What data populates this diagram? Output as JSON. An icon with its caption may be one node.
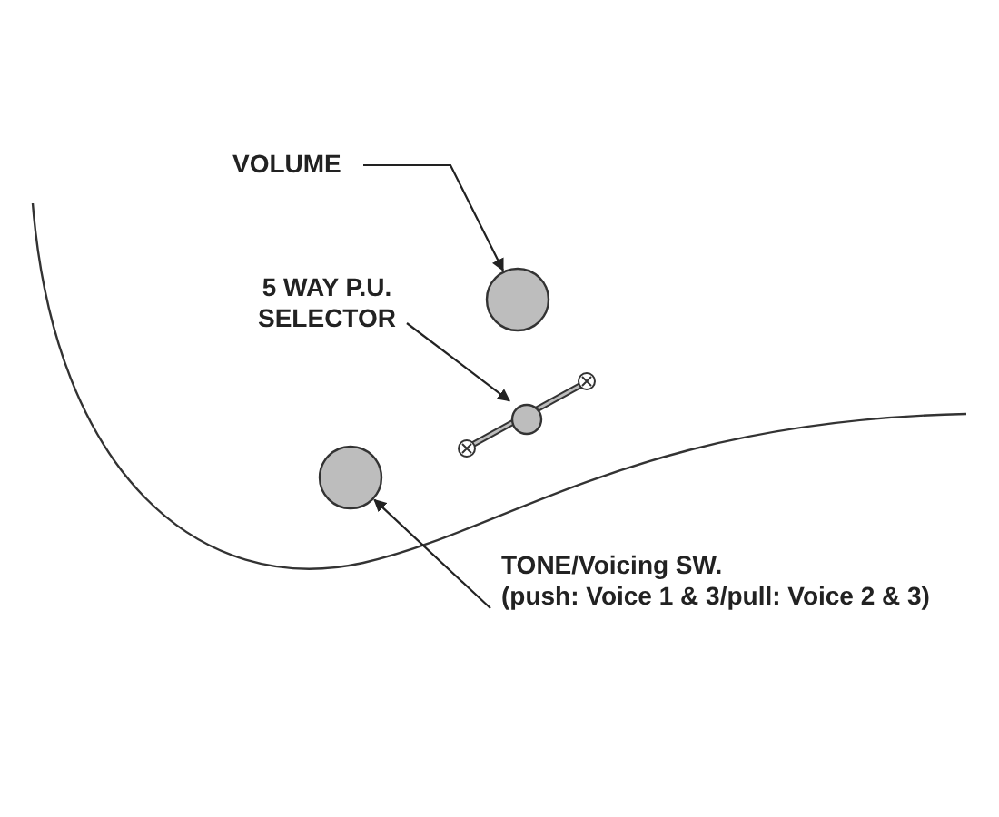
{
  "diagram": {
    "nodes": [
      {
        "text": [
          "VOLUME"
        ]
      },
      {
        "text": [],
        "shape": "circle"
      },
      {
        "text": [
          "5 WAY P.U. SELECTOR"
        ]
      },
      {
        "text": [],
        "shape": "switch"
      },
      {
        "text": [],
        "shape": "circle"
      },
      {
        "text": [
          "TONE/Voicing SW.",
          "(push: Voice 1 & 3/pull: Voice 2 & 3)"
        ]
      }
    ],
    "edges": [
      {
        "from": 0,
        "to": 1,
        "arrow": "to"
      },
      {
        "from": 2,
        "to": 3,
        "arrow": "to"
      },
      {
        "from": 5,
        "to": 4,
        "arrow": "to"
      }
    ]
  }
}
